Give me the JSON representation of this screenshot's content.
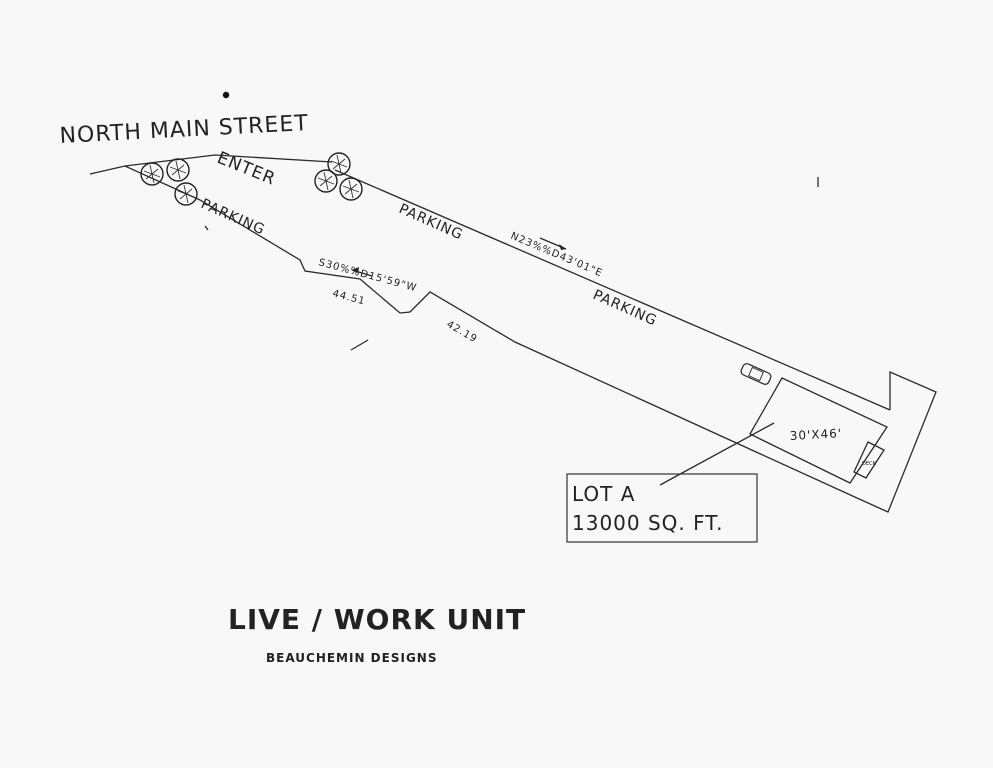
{
  "street": "NORTH MAIN STREET",
  "enter": "ENTER",
  "parking_labels": [
    "PARKING",
    "PARKING",
    "PARKING"
  ],
  "bearing_north": "N23%%D43'01\"E",
  "bearing_south": "S30%%D15'59\"W",
  "dim_1": "44.51",
  "dim_2": "42.19",
  "building": "30'X46'",
  "deck": "DECK",
  "lot_name": "LOT A",
  "lot_area": "13000 SQ. FT.",
  "title": "LIVE / WORK UNIT",
  "subtitle": "BEAUCHEMIN DESIGNS",
  "colors": {
    "ink": "#222222",
    "paper": "#f8f8f8"
  }
}
